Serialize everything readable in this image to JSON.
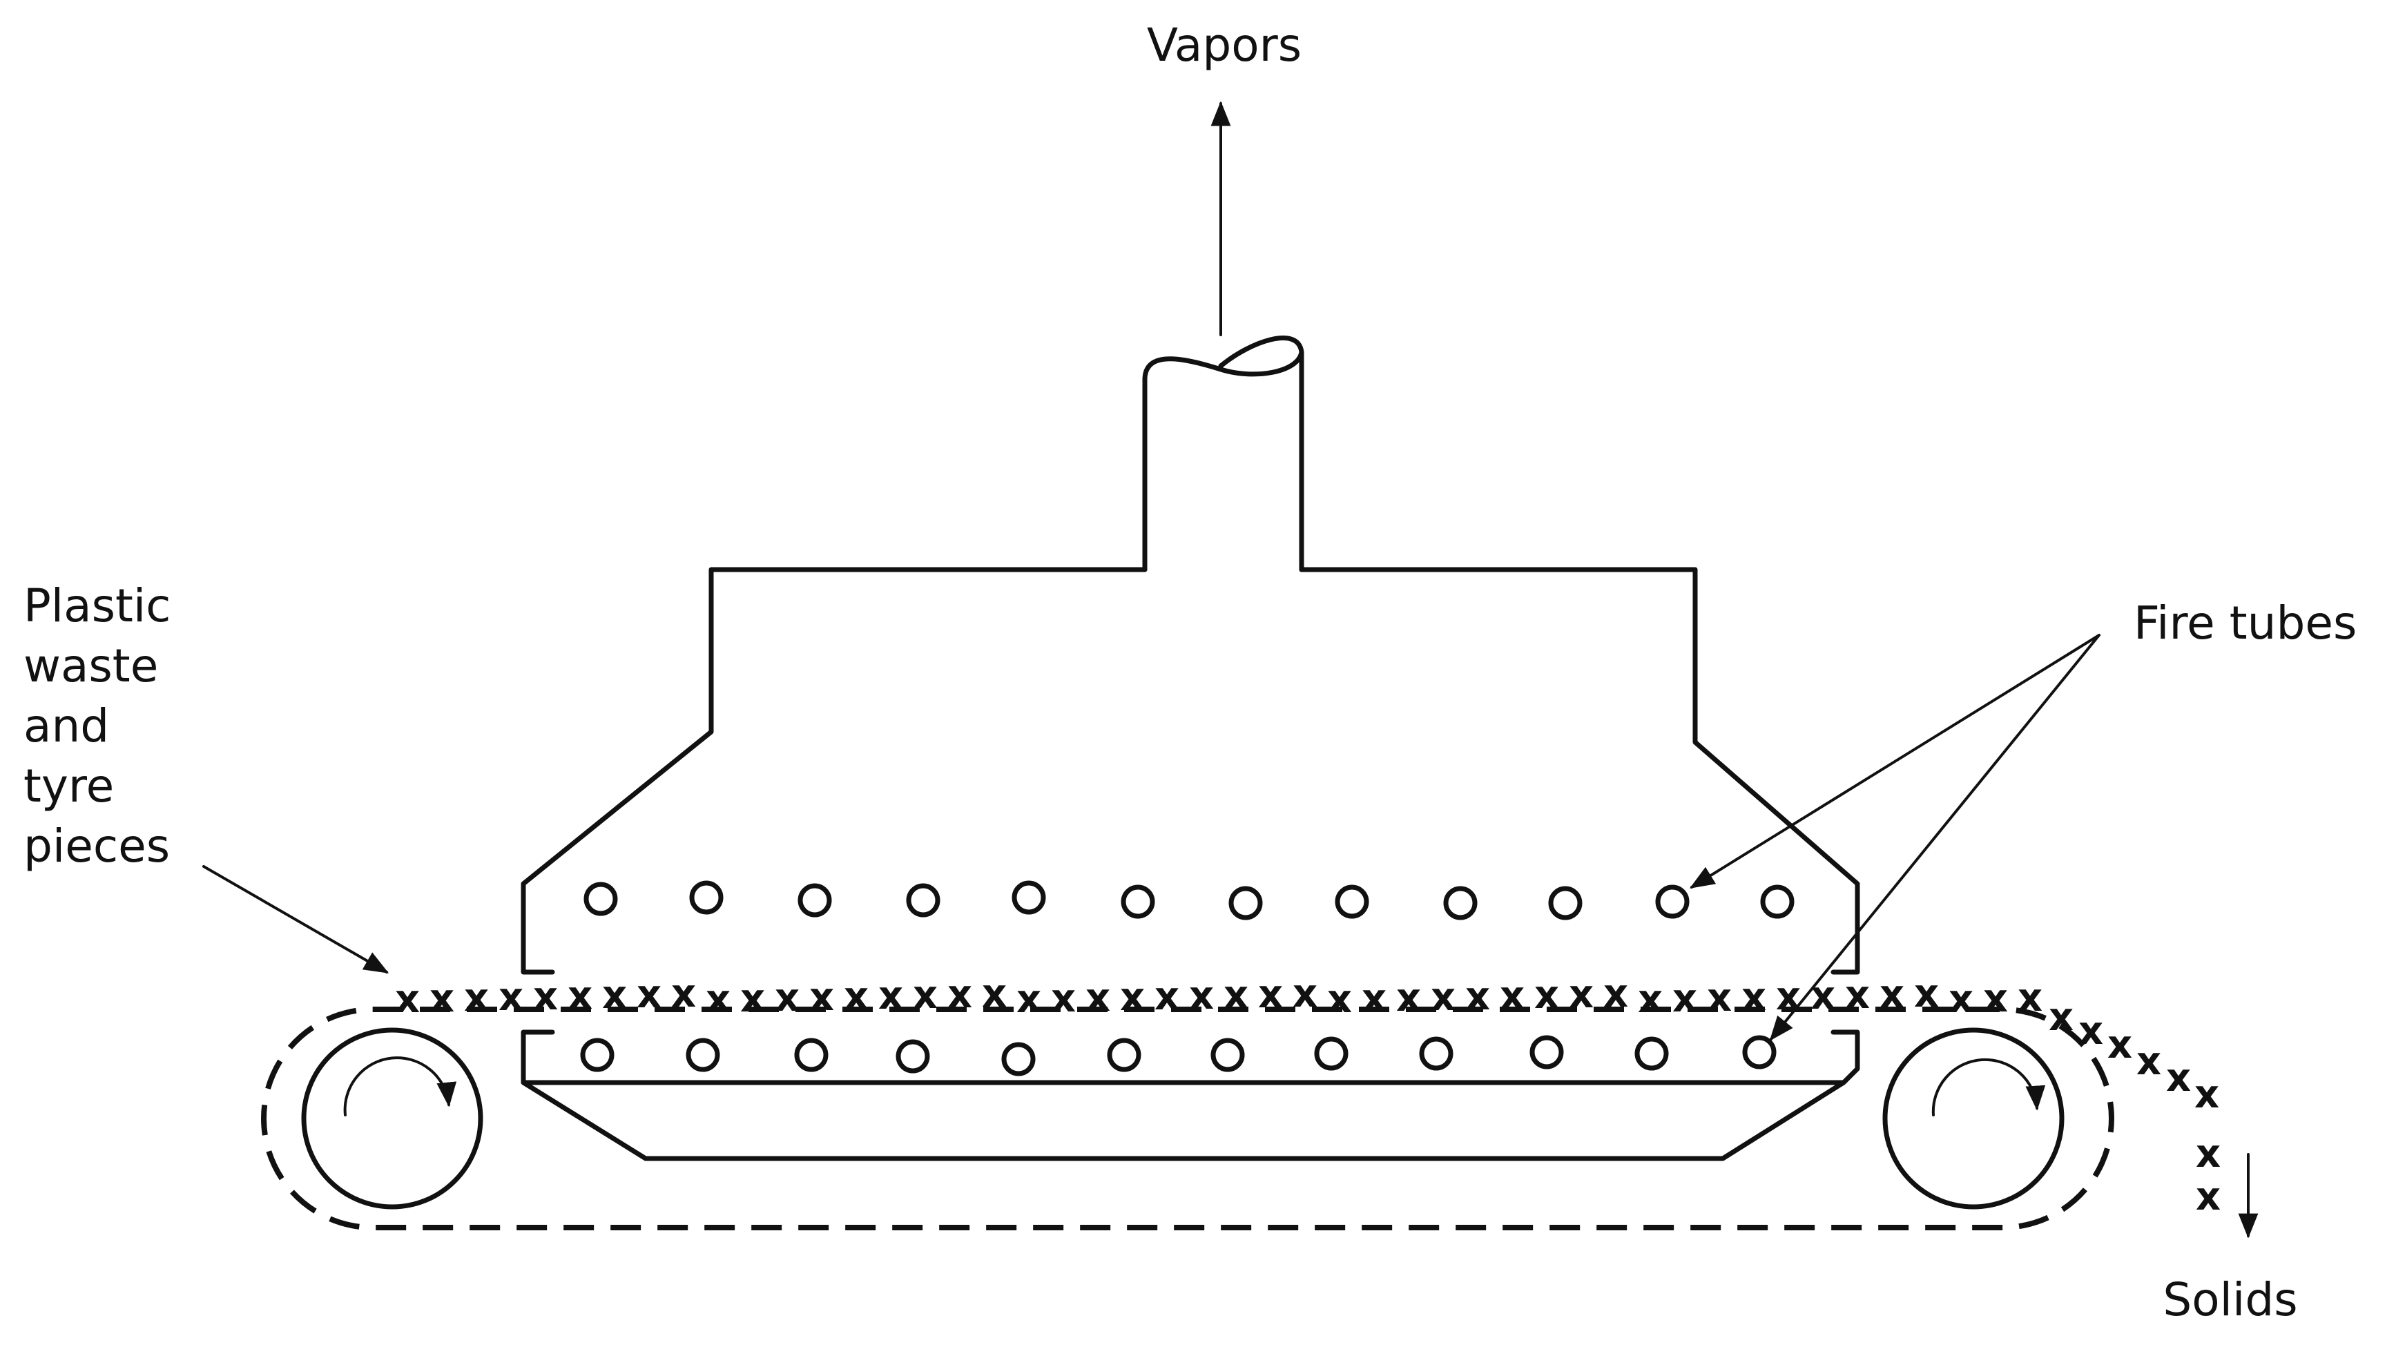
{
  "labels": {
    "vapors": "Vapors",
    "feed": [
      "Plastic",
      "waste",
      "and",
      "tyre",
      "pieces"
    ],
    "fire_tubes": "Fire tubes",
    "solids": "Solids"
  },
  "icons": {
    "particle_glyph": "x"
  },
  "colors": {
    "line": "#111111",
    "background": "#ffffff"
  }
}
